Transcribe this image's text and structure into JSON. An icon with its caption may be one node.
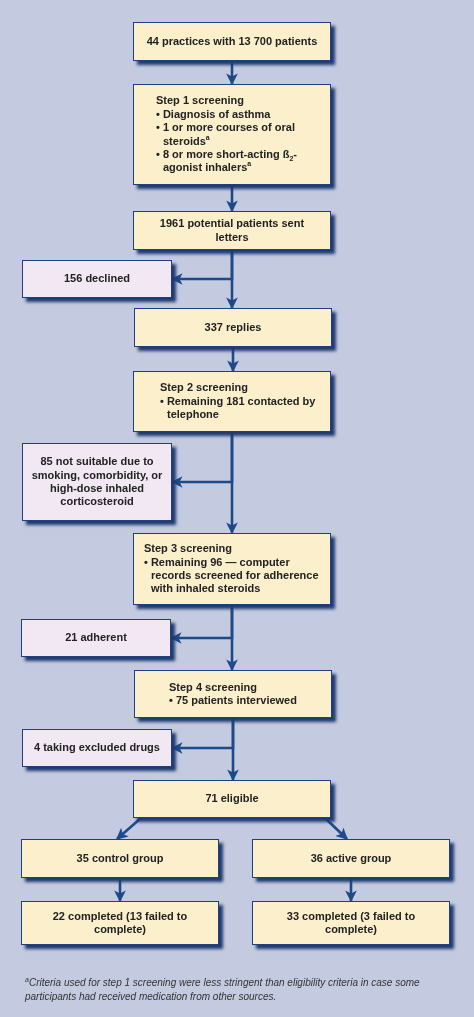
{
  "diagram": {
    "nodes": [
      {
        "text": [
          "44 practices with 13 700 patients"
        ]
      },
      {
        "text": [
          "Step 1 screening",
          "• Diagnosis of asthma",
          "• 1 or more courses of oral steroids$^{a}$",
          "• 8 or more short-acting ß$_{2}$-agonist inhalers$^{a}$"
        ]
      },
      {
        "text": [
          "1961 potential patients sent letters"
        ]
      },
      {
        "text": [
          "156 declined"
        ]
      },
      {
        "text": [
          "337 replies"
        ]
      },
      {
        "text": [
          "Step 2 screening",
          "• Remaining 181 contacted by telephone"
        ]
      },
      {
        "text": [
          "85 not suitable due to smoking, comorbidity, or high-dose inhaled corticosteroid"
        ]
      },
      {
        "text": [
          "Step 3 screening",
          "• Remaining 96 — computer records screened for adherence with inhaled steroids"
        ]
      },
      {
        "text": [
          "21 adherent"
        ]
      },
      {
        "text": [
          "Step 4 screening",
          "• 75 patients interviewed"
        ]
      },
      {
        "text": [
          "4 taking excluded drugs"
        ]
      },
      {
        "text": [
          "71 eligible"
        ]
      },
      {
        "text": [
          "35 control group"
        ]
      },
      {
        "text": [
          "36 active group"
        ]
      },
      {
        "text": [
          "22 completed (13 failed to complete)"
        ]
      },
      {
        "text": [
          "33 completed (3 failed to complete)"
        ]
      }
    ],
    "edges": [
      {
        "from": 0,
        "to": 1,
        "arrow": "to"
      },
      {
        "from": 1,
        "to": 2,
        "arrow": "to"
      },
      {
        "from": 2,
        "to": 3,
        "arrow": "to"
      },
      {
        "from": 2,
        "to": 4,
        "arrow": "to"
      },
      {
        "from": 4,
        "to": 5,
        "arrow": "to"
      },
      {
        "from": 5,
        "to": 6,
        "arrow": "to"
      },
      {
        "from": 5,
        "to": 7,
        "arrow": "to"
      },
      {
        "from": 7,
        "to": 8,
        "arrow": "to"
      },
      {
        "from": 7,
        "to": 9,
        "arrow": "to"
      },
      {
        "from": 9,
        "to": 10,
        "arrow": "to"
      },
      {
        "from": 9,
        "to": 11,
        "arrow": "to"
      },
      {
        "from": 11,
        "to": 12,
        "arrow": "to"
      },
      {
        "from": 11,
        "to": 13,
        "arrow": "to"
      },
      {
        "from": 12,
        "to": 14,
        "arrow": "to"
      },
      {
        "from": 13,
        "to": 15,
        "arrow": "to"
      }
    ],
    "labels": [
      "$^{a}$Criteria used for step 1 screening were less stringent than eligibility criteria in case some participants had received medication from other sources."
    ]
  }
}
